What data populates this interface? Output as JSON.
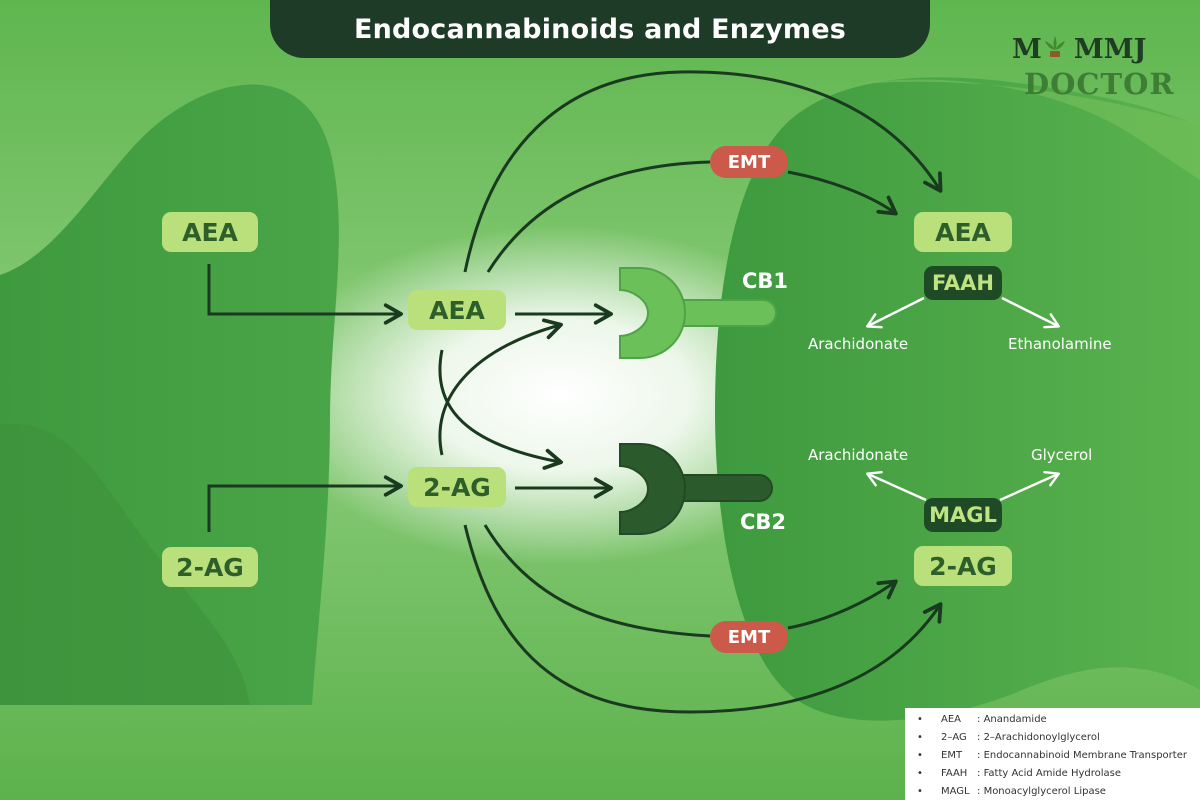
{
  "title": "Endocannabinoids and Enzymes",
  "logo": {
    "line1_left": "M",
    "line1_right": "MMJ",
    "line2": "DOCTOR"
  },
  "presynaptic": {
    "aea": "AEA",
    "two_ag": "2-AG"
  },
  "cleft": {
    "aea": "AEA",
    "two_ag": "2-AG"
  },
  "receptors": {
    "cb1": "CB1",
    "cb2": "CB2"
  },
  "transporters": {
    "top": "EMT",
    "bottom": "EMT"
  },
  "postsynaptic": {
    "aea": "AEA",
    "faah": "FAAH",
    "faah_products": [
      "Arachidonate",
      "Ethanolamine"
    ],
    "two_ag": "2-AG",
    "magl": "MAGL",
    "magl_products": [
      "Arachidonate",
      "Glycerol"
    ]
  },
  "legend": [
    {
      "abbr": "AEA",
      "sep": ":",
      "text": "Anandamide"
    },
    {
      "abbr": "2–AG",
      "sep": ":",
      "text": "2–Arachidonoylglycerol"
    },
    {
      "abbr": "EMT",
      "sep": ":",
      "text": "Endocannabinoid Membrane Transporter"
    },
    {
      "abbr": "FAAH",
      "sep": ":",
      "text": "Fatty Acid Amide Hydrolase"
    },
    {
      "abbr": "MAGL",
      "sep": ":",
      "text": "Monoacylglycerol Lipase"
    }
  ],
  "colors": {
    "background_green": "#6fc05e",
    "center_glow": "#ffffff",
    "neuron_green": "#47a046",
    "title_bar": "#1e3b27",
    "node_fill": "#b9e07a",
    "node_text": "#2e5e29",
    "enzyme_fill": "#1f4a26",
    "emt_fill": "#cc5a4a",
    "cb1_receptor": "#6cc05a",
    "cb2_receptor": "#2b5a2c",
    "arrow": "#1a3a20"
  }
}
